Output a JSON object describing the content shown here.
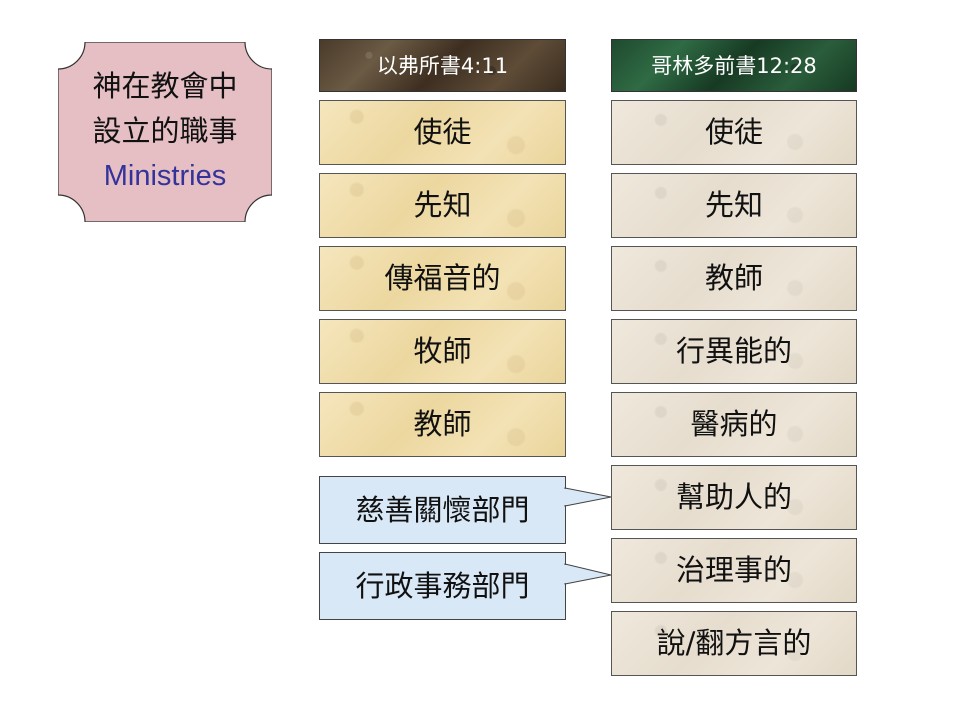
{
  "title": {
    "line1": "神在教會中",
    "line2": "設立的職事",
    "line3": "Ministries"
  },
  "left_column": {
    "header": "以弗所書4:11",
    "items": [
      "使徒",
      "先知",
      "傳福音的",
      "牧師",
      "教師"
    ]
  },
  "right_column": {
    "header": "哥林多前書12:28",
    "items": [
      "使徒",
      "先知",
      "教師",
      "行異能的",
      "醫病的",
      "幫助人的",
      "治理事的",
      "說/翻方言的"
    ]
  },
  "callouts": {
    "items": [
      "慈善關懷部門",
      "行政事務部門"
    ]
  },
  "colors": {
    "title_bg": "#e6bfc4",
    "title_en": "#33339a",
    "callout_bg": "#d9e8f7"
  }
}
